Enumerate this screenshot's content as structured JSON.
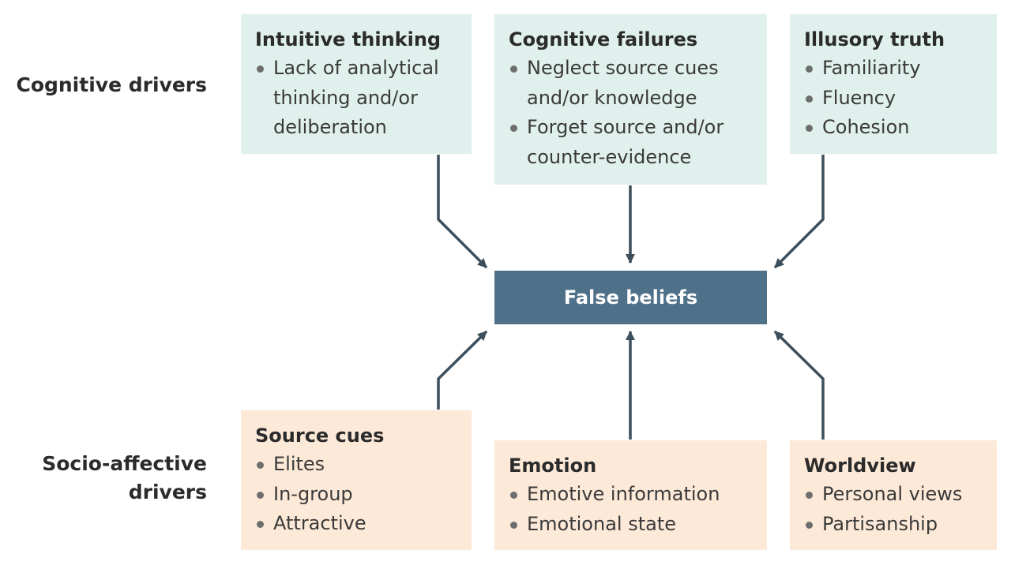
{
  "row_labels": {
    "cognitive": [
      "Cognitive drivers"
    ],
    "socio": [
      "Socio-affective",
      "drivers"
    ]
  },
  "center": {
    "label": "False beliefs"
  },
  "cognitive_boxes": [
    {
      "title": "Intuitive thinking",
      "items": [
        "Lack of analytical",
        "thinking and/or",
        "deliberation"
      ]
    },
    {
      "title": "Cognitive failures",
      "items": [
        "Neglect source cues",
        "and/or knowledge",
        "Forget source and/or",
        "counter-evidence"
      ]
    },
    {
      "title": "Illusory truth",
      "items": [
        "Familiarity",
        "Fluency",
        "Cohesion"
      ]
    }
  ],
  "socio_boxes": [
    {
      "title": "Source cues",
      "items": [
        "Elites",
        "In-group",
        "Attractive"
      ]
    },
    {
      "title": "Emotion",
      "items": [
        "Emotive information",
        "Emotional state"
      ]
    },
    {
      "title": "Worldview",
      "items": [
        "Personal views",
        "Partisanship"
      ]
    }
  ],
  "colors": {
    "cognitive_fill": "#e0f0ec",
    "socio_fill": "#fde9d8",
    "center_fill": "#4e7089",
    "arrow": "#3d4f5c"
  }
}
